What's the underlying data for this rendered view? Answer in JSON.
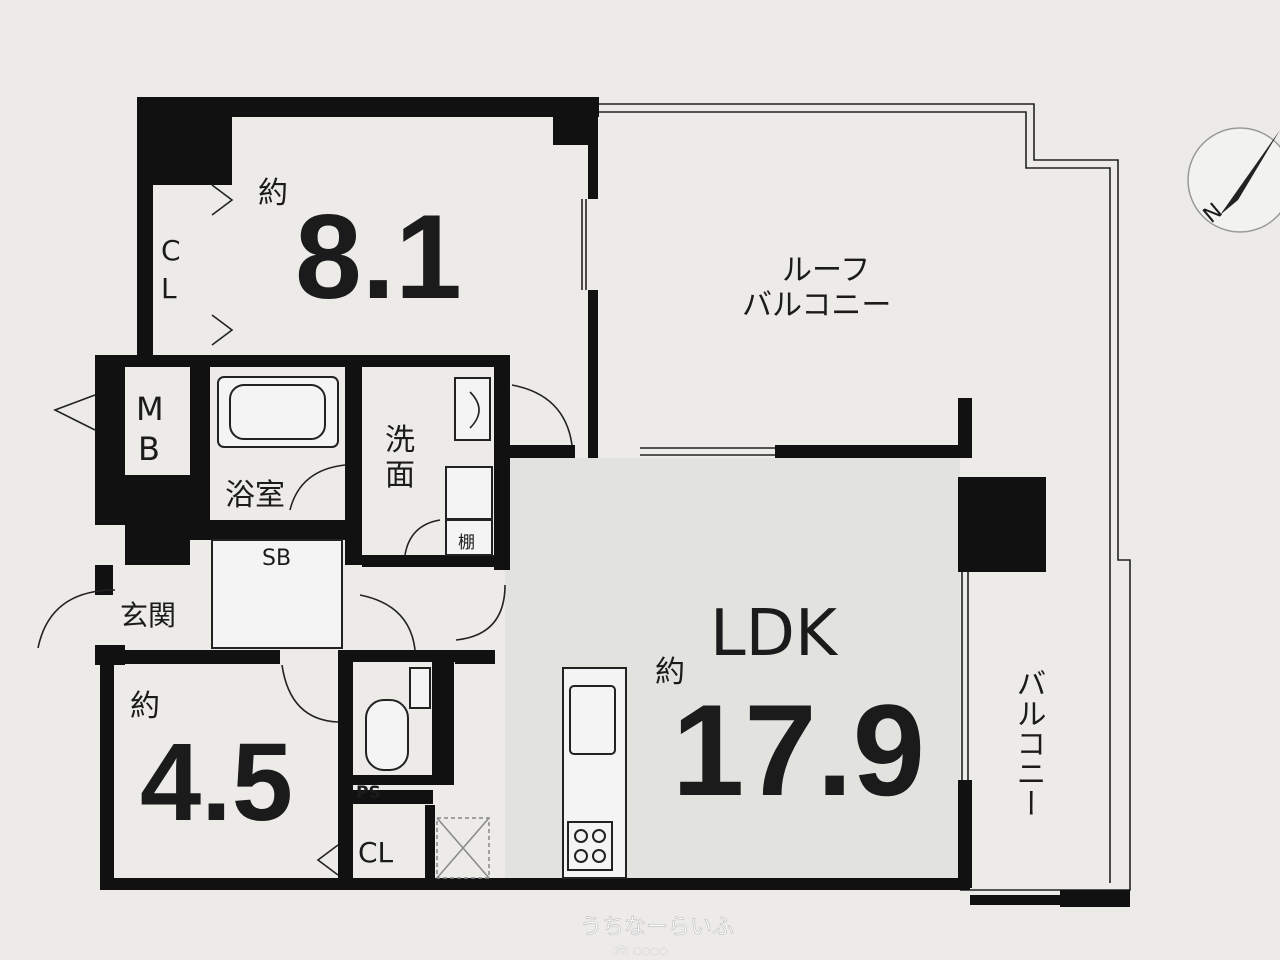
{
  "rooms": {
    "western_room_1": {
      "prefix": "約",
      "size": "8.1"
    },
    "closet_1": {
      "line1": "C",
      "line2": "L"
    },
    "roof_balcony": {
      "line1": "ルーフ",
      "line2": "バルコニー"
    },
    "meter_box": {
      "line1": "M",
      "line2": "B"
    },
    "bathroom": {
      "label": "浴室"
    },
    "washroom": {
      "line1": "洗",
      "line2": "面"
    },
    "shelf": {
      "label": "棚"
    },
    "shoe_box": {
      "label": "SB"
    },
    "entrance": {
      "label": "玄関"
    },
    "ldk": {
      "name": "LDK",
      "prefix": "約",
      "size": "17.9"
    },
    "balcony": {
      "label": "バルコニー"
    },
    "western_room_2": {
      "prefix": "約",
      "size": "4.5"
    },
    "pipe_space": {
      "label": "PS"
    },
    "closet_2": {
      "label": "CL"
    }
  },
  "compass": {
    "label": "N"
  },
  "watermark": {
    "main": "うちなーらいふ",
    "sub": "(株) ○○○○"
  },
  "colors": {
    "walls": "#111111",
    "ldk_floor": "#e2e2df",
    "room_floor": "#ecebe8"
  }
}
